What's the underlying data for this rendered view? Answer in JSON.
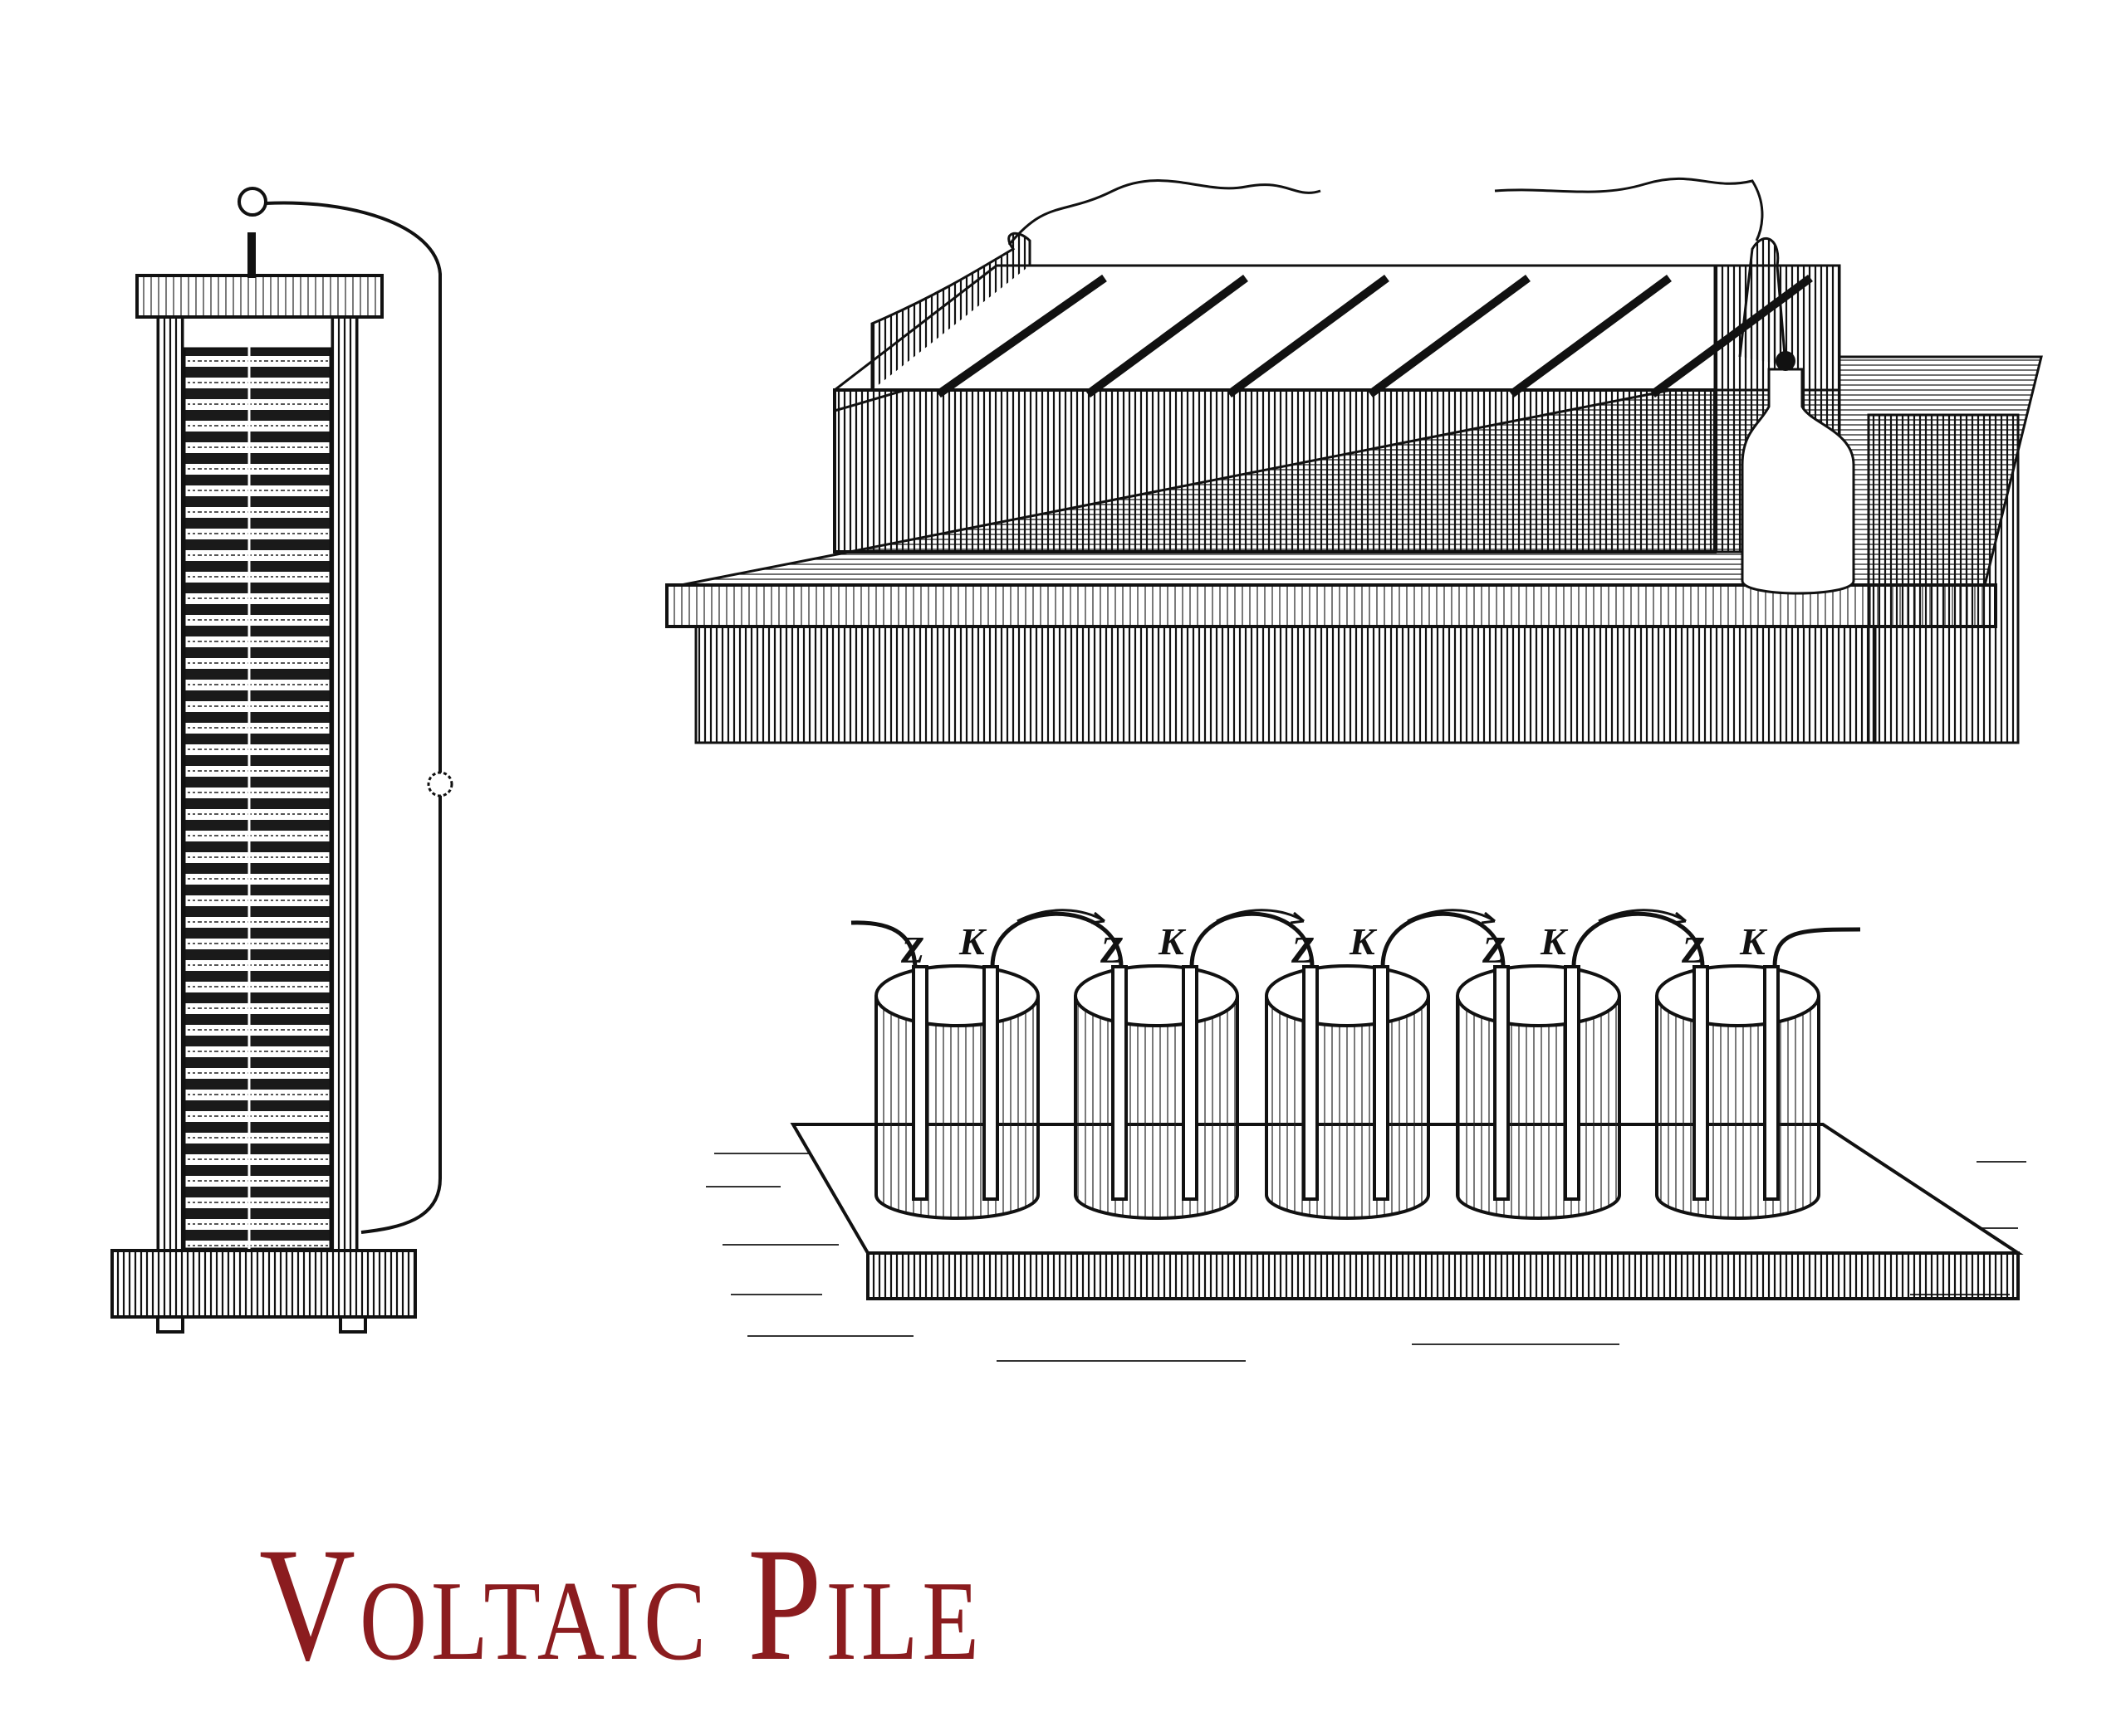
{
  "title": "Voltaic Pile",
  "cells": [
    {
      "zinc_label": "Z",
      "copper_label": "K"
    },
    {
      "zinc_label": "Z",
      "copper_label": "K"
    },
    {
      "zinc_label": "Z",
      "copper_label": "K"
    },
    {
      "zinc_label": "Z",
      "copper_label": "K"
    },
    {
      "zinc_label": "Z",
      "copper_label": "K"
    }
  ],
  "colors": {
    "title": "#8b1c1f",
    "ink": "#111111",
    "paper": "#ffffff"
  }
}
